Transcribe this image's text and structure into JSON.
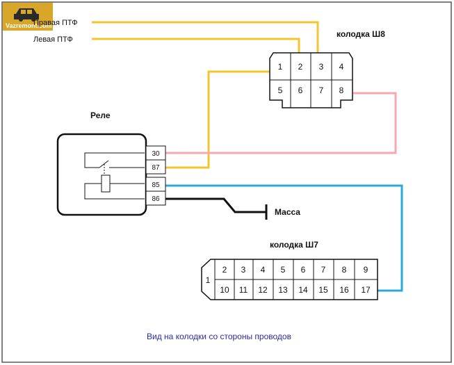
{
  "logo": {
    "text": "Vazremont.com"
  },
  "labels": {
    "right_fog": "Правая ПТФ",
    "left_fog": "Левая ПТФ",
    "connector_sh8": "колодка Ш8",
    "relay": "Реле",
    "ground": "Масса",
    "connector_sh7": "колодка Ш7",
    "note": "Вид на колодки со стороны проводов"
  },
  "relay_pins": [
    "30",
    "87",
    "85",
    "86"
  ],
  "sh8_pins": {
    "top": [
      "1",
      "2",
      "3",
      "4"
    ],
    "bottom": [
      "5",
      "6",
      "7",
      "8"
    ]
  },
  "sh7_pins": {
    "left": "1",
    "top": [
      "2",
      "3",
      "4",
      "5",
      "6",
      "7",
      "8",
      "9"
    ],
    "bottom": [
      "10",
      "11",
      "12",
      "13",
      "14",
      "15",
      "16",
      "17"
    ]
  },
  "colors": {
    "yellow_wire": "#f2c430",
    "pink_wire": "#f4a9b0",
    "blue_wire": "#2aa8d8",
    "black_wire": "#111111",
    "note_text": "#2a2aa0",
    "logo_bg": "#d8a628"
  }
}
